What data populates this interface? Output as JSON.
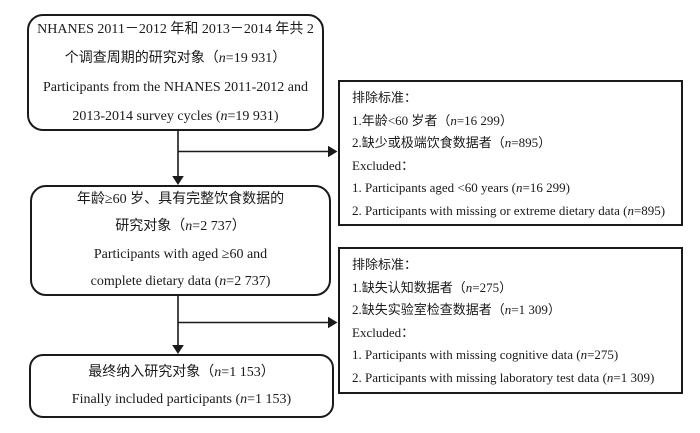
{
  "diagram": {
    "kind": "participant-selection-flowchart",
    "colors": {
      "line": "#1a1a1a",
      "background": "#ffffff",
      "text": "#1a1a1a"
    },
    "boxes": {
      "initial": {
        "lines": [
          "NHANES 2011－2012 年和 2013－2014 年共 2",
          "个调查周期的研究对象（n=19 931）",
          "Participants from the NHANES 2011-2012 and",
          "2013-2014 survey cycles (n=19 931)"
        ]
      },
      "exclusion1": {
        "lines": [
          "排除标准：",
          "1.年龄<60 岁者（n=16 299）",
          "2.缺少或极端饮食数据者（n=895）",
          "Excluded：",
          "1. Participants aged <60 years (n=16 299)",
          "2. Participants with missing or extreme dietary data (n=895)"
        ]
      },
      "eligible": {
        "lines": [
          "年龄≥60 岁、具有完整饮食数据的",
          "研究对象（n=2 737）",
          "Participants with aged  ≥60 and",
          "complete dietary data (n=2 737)"
        ]
      },
      "exclusion2": {
        "lines": [
          "排除标准：",
          "1.缺失认知数据者（n=275）",
          "2.缺失实验室检查数据者（n=1 309）",
          "Excluded：",
          "1. Participants with missing cognitive data (n=275)",
          "2. Participants with missing laboratory test data (n=1 309)"
        ]
      },
      "final": {
        "lines": [
          "最终纳入研究对象（n=1 153）",
          "Finally included participants (n=1 153)"
        ]
      }
    }
  }
}
